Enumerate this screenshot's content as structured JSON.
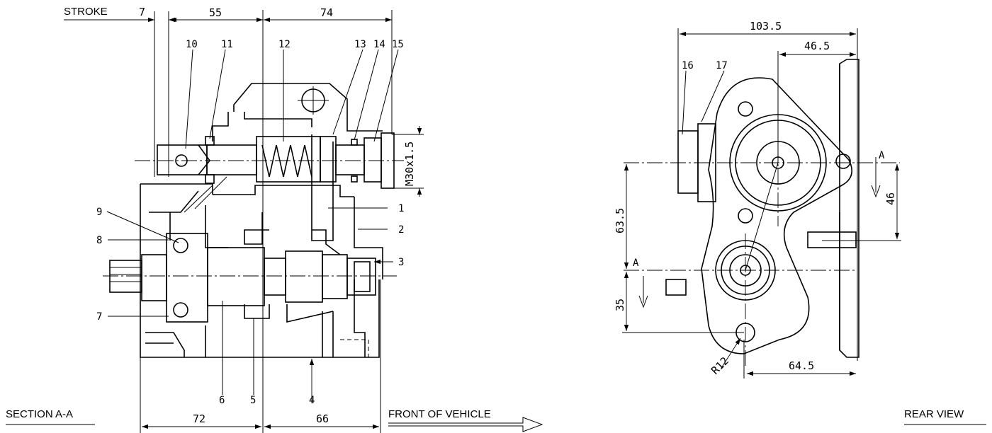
{
  "labels": {
    "stroke": "STROKE",
    "section": "SECTION A-A",
    "front": "FRONT OF VEHICLE",
    "rear_view": "REAR VIEW"
  },
  "section_dims": {
    "stroke": "7",
    "d55": "55",
    "d74": "74",
    "d72": "72",
    "d66": "66",
    "thread": "M30x1.5"
  },
  "balloons": {
    "b1": "1",
    "b2": "2",
    "b3": "3",
    "b4": "4",
    "b5": "5",
    "b6": "6",
    "b7a": "7",
    "b8": "8",
    "b9": "9",
    "b10": "10",
    "b11": "11",
    "b12": "12",
    "b13": "13",
    "b14": "14",
    "b15": "15",
    "b16": "16",
    "b17": "17"
  },
  "rear_dims": {
    "d103_5": "103.5",
    "d46_5": "46.5",
    "d63_5": "63.5",
    "d35": "35",
    "d46": "46",
    "d64_5": "64.5",
    "r12": "R12"
  },
  "section_marks": {
    "a_right": "A",
    "a_left": "A"
  }
}
